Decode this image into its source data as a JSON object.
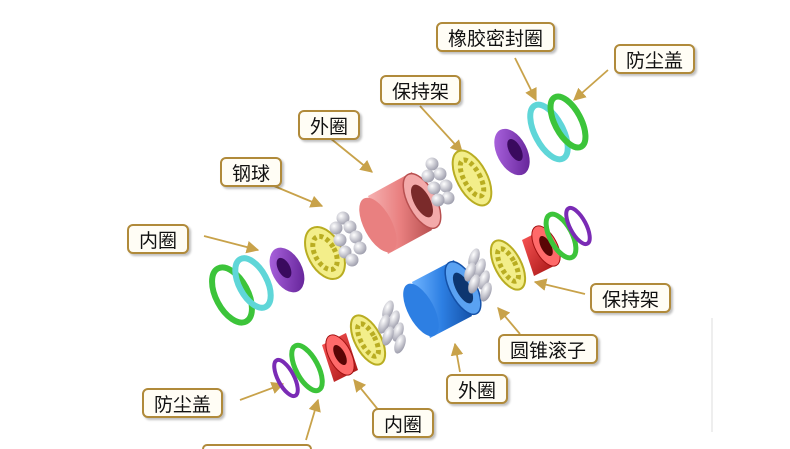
{
  "labels": {
    "rubber_seal_top": "橡胶密封圈",
    "dust_cover_top": "防尘盖",
    "cage_top": "保持架",
    "outer_ring_top": "外圈",
    "steel_ball": "钢球",
    "inner_ring_top": "内圈",
    "cage_bottom": "保持架",
    "tapered_roller": "圆锥滚子",
    "outer_ring_bottom": "外圈",
    "dust_cover_bottom": "防尘盖",
    "inner_ring_bottom": "内圈"
  },
  "colors": {
    "label_border": "#b08a3a",
    "leader": "#c8a24a",
    "green_ring": "#3cc43a",
    "cyan_ring": "#5fd6d8",
    "purple_ring": "#7a2bb5",
    "yellow_cage": "#e8e04a",
    "gray_ball": "#c9c9d2",
    "pink_outer": "#e98080",
    "blue_outer": "#2d7fe3",
    "red_inner": "#d62525"
  }
}
